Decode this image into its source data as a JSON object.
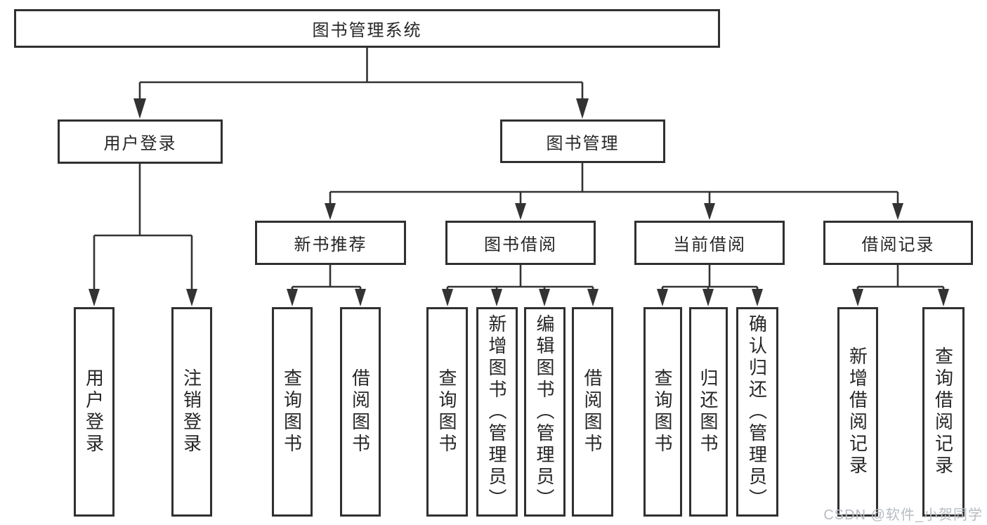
{
  "diagram": {
    "root": {
      "label": "图书管理系统",
      "children": [
        {
          "label": "用户登录",
          "children": [
            {
              "label": "用户登录"
            },
            {
              "label": "注销登录"
            }
          ]
        },
        {
          "label": "图书管理",
          "children": [
            {
              "label": "新书推荐",
              "children": [
                {
                  "label": "查询图书"
                },
                {
                  "label": "借阅图书"
                }
              ]
            },
            {
              "label": "图书借阅",
              "children": [
                {
                  "label": "查询图书"
                },
                {
                  "label": "新增图书（管理员）"
                },
                {
                  "label": "编辑图书（管理员）"
                },
                {
                  "label": "借阅图书"
                }
              ]
            },
            {
              "label": "当前借阅",
              "children": [
                {
                  "label": "查询图书"
                },
                {
                  "label": "归还图书"
                },
                {
                  "label": "确认归还（管理员）"
                }
              ]
            },
            {
              "label": "借阅记录",
              "children": [
                {
                  "label": "新增借阅记录"
                },
                {
                  "label": "查询借阅记录"
                }
              ]
            }
          ]
        }
      ]
    },
    "watermark": "CSDN @软件_小贺同学",
    "colors": {
      "line": "#333333",
      "border": "#303030",
      "text": "#262626",
      "watermark": "#b6bcc2",
      "background": "#ffffff"
    }
  }
}
